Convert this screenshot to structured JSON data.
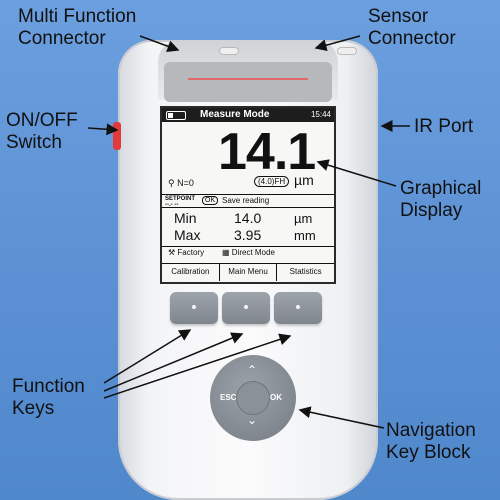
{
  "labels": {
    "multi_function": "Multi Function\nConnector",
    "sensor": "Sensor\nConnector",
    "onoff": "ON/OFF\nSwitch",
    "ir": "IR Port",
    "graphical": "Graphical\nDisplay",
    "function_keys": "Function\nKeys",
    "navigation": "Navigation\nKey Block"
  },
  "screen": {
    "title": "Measure Mode",
    "time": "15:44",
    "reading": "14.1",
    "unit": "µm",
    "count": "N=0",
    "fh_label": "(4.0)FH",
    "setpoint_label": "SETPOINT",
    "setpoint_value": "--.- --",
    "ok_label": "OK",
    "save_label": "Save reading",
    "stats": [
      {
        "label": "Min",
        "value": "14.0",
        "unit": "µm"
      },
      {
        "label": "Max",
        "value": "3.95",
        "unit": "mm"
      }
    ],
    "factory_label": "Factory",
    "direct_mode_label": "Direct Mode",
    "softkeys": [
      "Calibration",
      "Main Menu",
      "Statistics"
    ]
  },
  "nav_keys": {
    "esc": "ESC",
    "ok": "OK"
  }
}
